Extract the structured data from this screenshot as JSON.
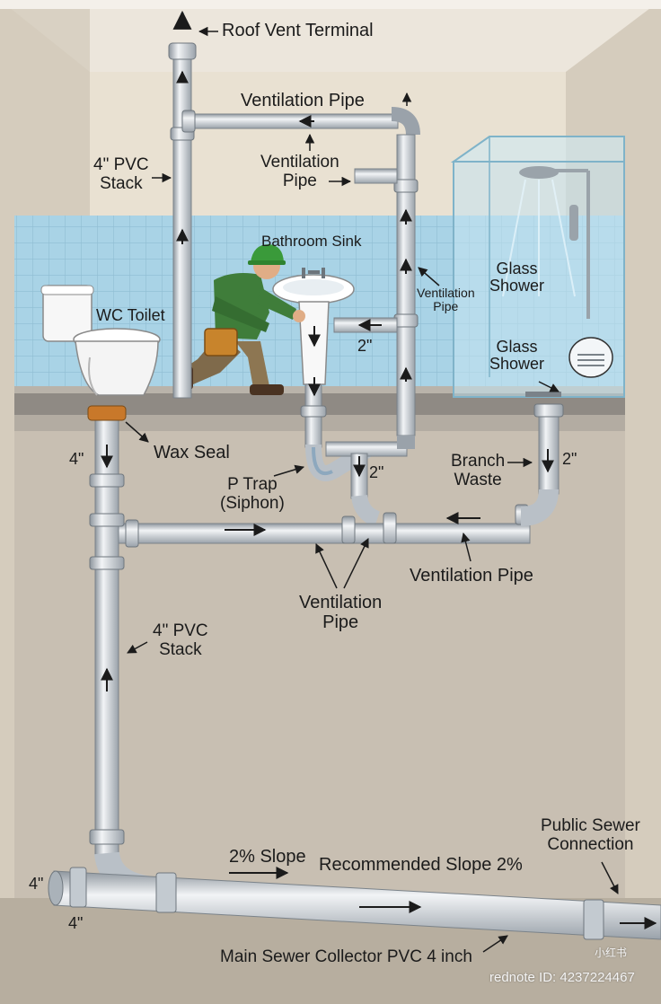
{
  "labels": {
    "roof_vent_terminal": "Roof Vent Terminal",
    "ventilation_pipe_top": "Ventilation Pipe",
    "pvc_stack_upper": "4\" PVC\nStack",
    "ventilation_pipe_mid": "Ventilation\nPipe",
    "bathroom_sink": "Bathroom Sink",
    "ventilation_pipe_small": "Ventilation\nPipe",
    "glass_shower_1": "Glass\nShower",
    "glass_shower_2": "Glass\nShower",
    "wc_toilet": "WC Toilet",
    "size_2_sink": "2\"",
    "wax_seal": "Wax Seal",
    "size_4_left": "4\"",
    "p_trap": "P Trap\n(Siphon)",
    "size_2_trap": "2\"",
    "branch_waste": "Branch\nWaste",
    "size_2_shower": "2\"",
    "ventilation_pipe_right": "Ventilation Pipe",
    "ventilation_pipe_center": "Ventilation\nPipe",
    "pvc_stack_lower": "4\" PVC\nStack",
    "public_sewer": "Public Sewer\nConnection",
    "slope_2": "2% Slope",
    "recommended_slope": "Recommended Slope 2%",
    "size_4_bottom_a": "4\"",
    "size_4_bottom_b": "4\"",
    "main_sewer": "Main Sewer Collector PVC 4 inch"
  },
  "watermark": {
    "logo_text": "小红书",
    "id_text": "rednote ID: 4237224467"
  },
  "colors": {
    "pipe": "#c9d0d6",
    "tile": "#a9d3e6",
    "wall": "#e7dfd1",
    "floor_section": "#c8bfb2",
    "worker_shirt": "#3f7d3a",
    "helmet": "#3a9a3a",
    "wax_seal": "#c8782a"
  }
}
